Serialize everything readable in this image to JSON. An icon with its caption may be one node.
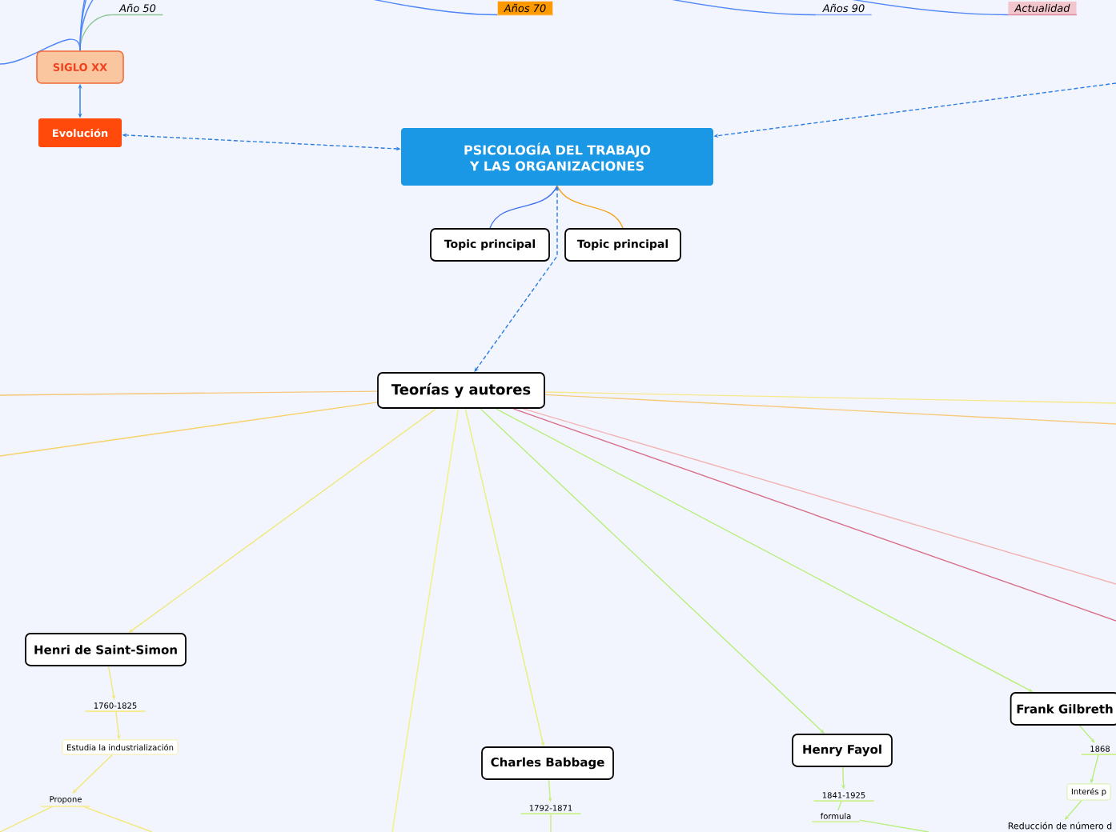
{
  "diagram": {
    "nodes": [
      {
        "text": [
          "PSICOLOGÍA DEL TRABAJO Y LAS ORGANIZACIONES"
        ]
      },
      {
        "text": [
          "SIGLO XX"
        ]
      },
      {
        "text": [
          "Evolución"
        ]
      },
      {
        "text": [
          "Año 50"
        ]
      },
      {
        "text": [
          "Años 70"
        ]
      },
      {
        "text": [
          "Años 90"
        ]
      },
      {
        "text": [
          "Actualidad"
        ]
      },
      {
        "text": [
          "Topic principal"
        ]
      },
      {
        "text": [
          "Topic principal"
        ]
      },
      {
        "text": [
          "Teorías y autores"
        ]
      },
      {
        "text": [
          "Henri de Saint-Simon"
        ]
      },
      {
        "text": [
          "1760-1825"
        ]
      },
      {
        "text": [
          "Estudia la industrialización"
        ]
      },
      {
        "text": [
          "Propone"
        ]
      },
      {
        "text": [
          "Charles Babbage"
        ]
      },
      {
        "text": [
          "1792-1871"
        ]
      },
      {
        "text": [
          "Henry Fayol"
        ]
      },
      {
        "text": [
          "1841-1925"
        ]
      },
      {
        "text": [
          "formula"
        ]
      },
      {
        "text": [
          "Frank Gilbreth"
        ]
      },
      {
        "text": [
          "1868"
        ]
      },
      {
        "text": [
          "Interés p"
        ]
      },
      {
        "text": [
          "Reducción de número d"
        ]
      }
    ],
    "edges": [
      {
        "from": 1,
        "to": 3,
        "arrow": "none",
        "color": "#8fc99a"
      },
      {
        "from": 1,
        "to": 4,
        "arrow": "none",
        "color": "#4f86f7"
      },
      {
        "from": 1,
        "to": 5,
        "arrow": "none",
        "color": "#4f86f7"
      },
      {
        "from": 1,
        "to": 6,
        "arrow": "none",
        "color": "#4f86f7"
      },
      {
        "from": null,
        "to": 1,
        "arrow": "none",
        "color": "#4f86f7"
      },
      {
        "from": 1,
        "to": 2,
        "arrow": "both",
        "color": "#2a7de1"
      },
      {
        "from": 2,
        "to": 0,
        "arrow": "both",
        "style": "dashed",
        "color": "#2a7de1"
      },
      {
        "from": null,
        "to": 0,
        "arrow": "to",
        "style": "dashed",
        "color": "#2a7de1"
      },
      {
        "from": 0,
        "to": 7,
        "arrow": "none",
        "color": "#3f6ff0"
      },
      {
        "from": 0,
        "to": 8,
        "arrow": "none",
        "color": "#f5a623"
      },
      {
        "from": 9,
        "to": 0,
        "arrow": "both",
        "style": "dashed",
        "color": "#2a7de1"
      },
      {
        "from": 9,
        "to": 10,
        "arrow": "to",
        "color": "#f2e77a"
      },
      {
        "from": 9,
        "to": 14,
        "arrow": "to",
        "color": "#e6f07a"
      },
      {
        "from": 9,
        "to": 16,
        "arrow": "to",
        "color": "#b8ee7a"
      },
      {
        "from": 9,
        "to": 19,
        "arrow": "to",
        "color": "#b8ee7a"
      },
      {
        "from": 9,
        "to": null,
        "arrow": "none",
        "color": "#f5c77a"
      },
      {
        "from": 9,
        "to": null,
        "arrow": "none",
        "color": "#f7d26a"
      },
      {
        "from": 9,
        "to": null,
        "arrow": "none",
        "color": "#f7e98a"
      },
      {
        "from": 9,
        "to": null,
        "arrow": "none",
        "color": "#f7c97a"
      },
      {
        "from": 9,
        "to": null,
        "arrow": "none",
        "color": "#f2b3b0"
      },
      {
        "from": 9,
        "to": null,
        "arrow": "none",
        "color": "#d9708a"
      },
      {
        "from": 9,
        "to": null,
        "arrow": "none",
        "color": "#f2f27a"
      },
      {
        "from": 10,
        "to": 11,
        "arrow": "to",
        "color": "#f2e77a"
      },
      {
        "from": 11,
        "to": 12,
        "arrow": "to",
        "color": "#f2e77a"
      },
      {
        "from": 12,
        "to": 13,
        "arrow": "to",
        "color": "#f2e77a"
      },
      {
        "from": 13,
        "to": null,
        "arrow": "none",
        "color": "#f2e77a"
      },
      {
        "from": 13,
        "to": null,
        "arrow": "none",
        "color": "#f2e77a"
      },
      {
        "from": 14,
        "to": 15,
        "arrow": "to",
        "color": "#c8ee7a"
      },
      {
        "from": 15,
        "to": null,
        "arrow": "none",
        "color": "#c8ee7a"
      },
      {
        "from": 16,
        "to": 17,
        "arrow": "to",
        "color": "#b8ee7a"
      },
      {
        "from": 17,
        "to": 18,
        "arrow": "none",
        "color": "#b8ee7a"
      },
      {
        "from": 18,
        "to": null,
        "arrow": "none",
        "color": "#b8ee7a"
      },
      {
        "from": 19,
        "to": 20,
        "arrow": "to",
        "color": "#b8ee7a"
      },
      {
        "from": 20,
        "to": 21,
        "arrow": "to",
        "color": "#b8ee7a"
      },
      {
        "from": 21,
        "to": 22,
        "arrow": "to",
        "color": "#b8ee7a"
      }
    ]
  }
}
